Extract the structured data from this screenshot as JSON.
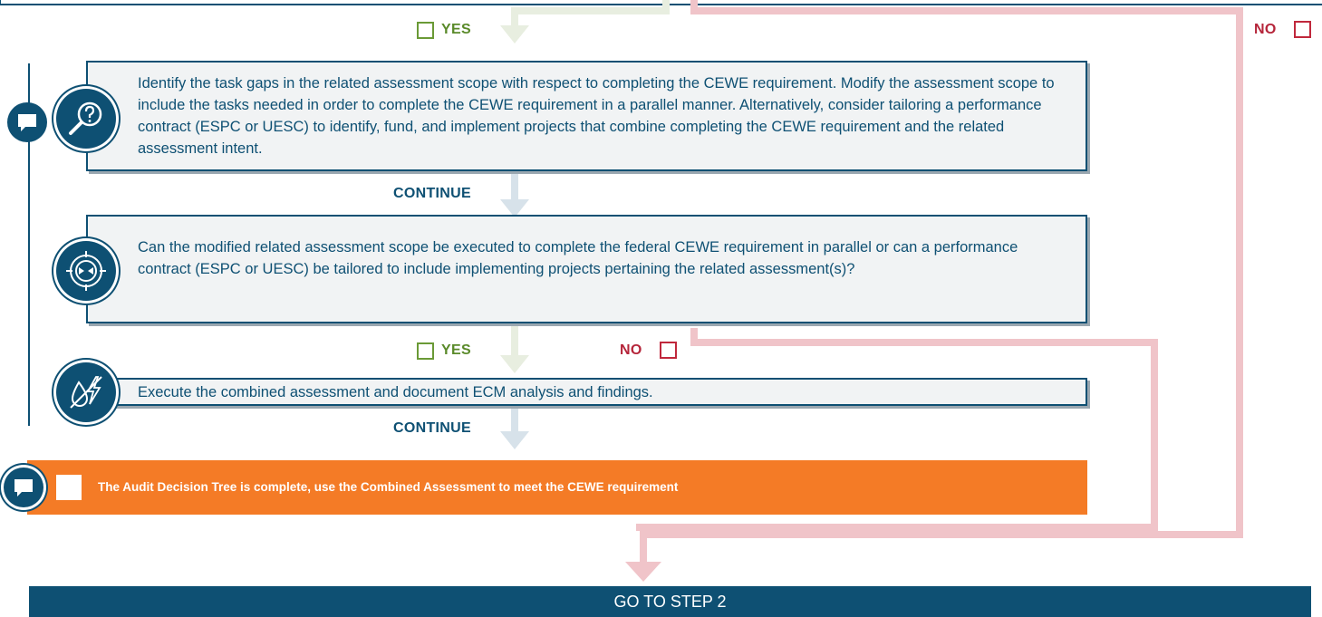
{
  "decision1": {
    "yes_label": "YES",
    "no_label": "NO"
  },
  "step_identify": {
    "text": "Identify the task gaps in the related assessment scope with respect to completing the CEWE requirement. Modify the assessment scope to include the tasks needed in order to complete the CEWE requirement in a parallel manner. Alternatively, consider tailoring a performance contract (ESPC or UESC) to identify, fund, and implement projects that combine completing the CEWE requirement and the related assessment intent.",
    "icon": "magnifier-question-icon"
  },
  "continue1": "CONTINUE",
  "step_question": {
    "text": "Can the modified related assessment scope be executed to complete the federal CEWE requirement in parallel or can a performance contract (ESPC or UESC) be tailored to include implementing projects pertaining the related assessment(s)?",
    "icon": "target-icon"
  },
  "decision2": {
    "yes_label": "YES",
    "no_label": "NO"
  },
  "step_execute": {
    "text": "Execute the combined assessment and document ECM analysis and findings.",
    "icon": "water-energy-icon"
  },
  "continue2": "CONTINUE",
  "result": {
    "text": "The Audit Decision Tree is complete, use the Combined Assessment to meet the CEWE requirement",
    "icon": "comment-icon"
  },
  "footer": {
    "label": "GO TO STEP 2"
  },
  "colors": {
    "navy": "#0e5073",
    "orange": "#f47b26",
    "yes_green": "#5a8a2a",
    "no_red": "#b5253a",
    "yes_arrow": "#e8eee0",
    "no_line": "#f0c4c9"
  }
}
